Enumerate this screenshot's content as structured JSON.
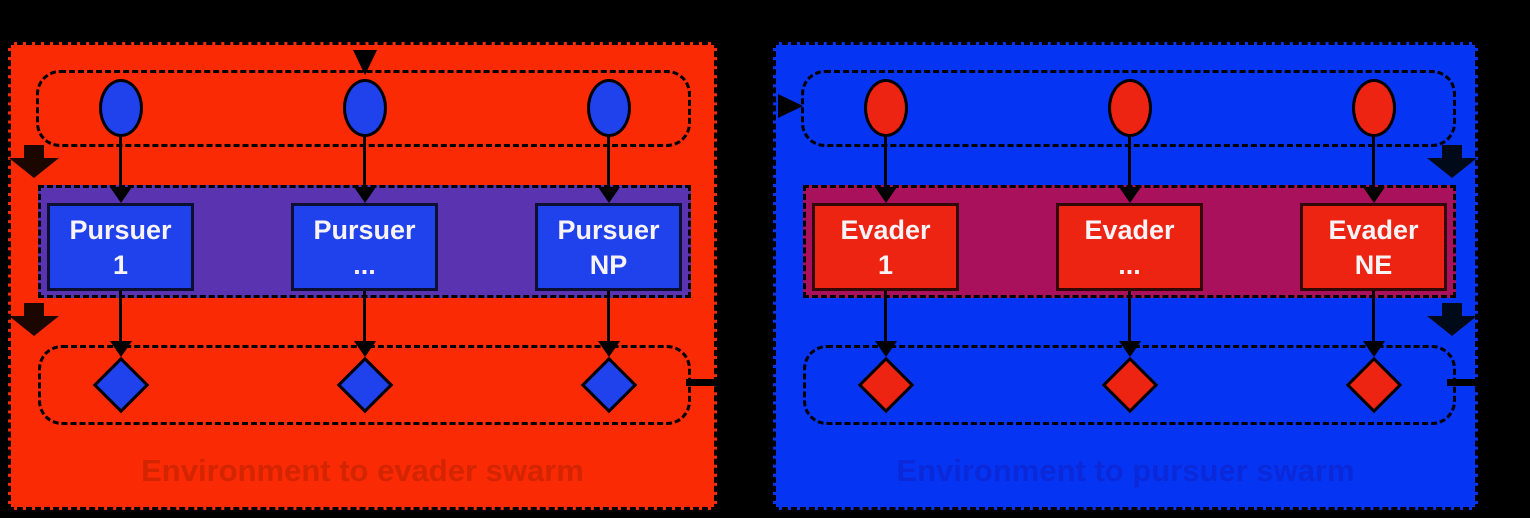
{
  "diagram": {
    "background": "#000000",
    "panels": [
      {
        "name": "pursuer-swarm",
        "panel_fill": "#fa2a05",
        "band_fill": "#5a34b0",
        "node_fill": "#1f42ec",
        "node_border": "#0a0f33",
        "arrow_fill": "#1c0700",
        "footer_label": "Environment to evader swarm",
        "footer_color": "#d32500",
        "agents": [
          {
            "line1": "Pursuer",
            "line2": "1"
          },
          {
            "line1": "Pursuer",
            "line2": "..."
          },
          {
            "line1": "Pursuer",
            "line2": "NP"
          }
        ]
      },
      {
        "name": "evader-swarm",
        "panel_fill": "#0534f3",
        "band_fill": "#a9115c",
        "node_fill": "#ee2413",
        "node_border": "#320707",
        "arrow_fill": "#000a18",
        "footer_label": "Environment to pursuer swarm",
        "footer_color": "#0b29d8",
        "agents": [
          {
            "line1": "Evader",
            "line2": "1"
          },
          {
            "line1": "Evader",
            "line2": "..."
          },
          {
            "line1": "Evader",
            "line2": "NE"
          }
        ]
      }
    ]
  }
}
